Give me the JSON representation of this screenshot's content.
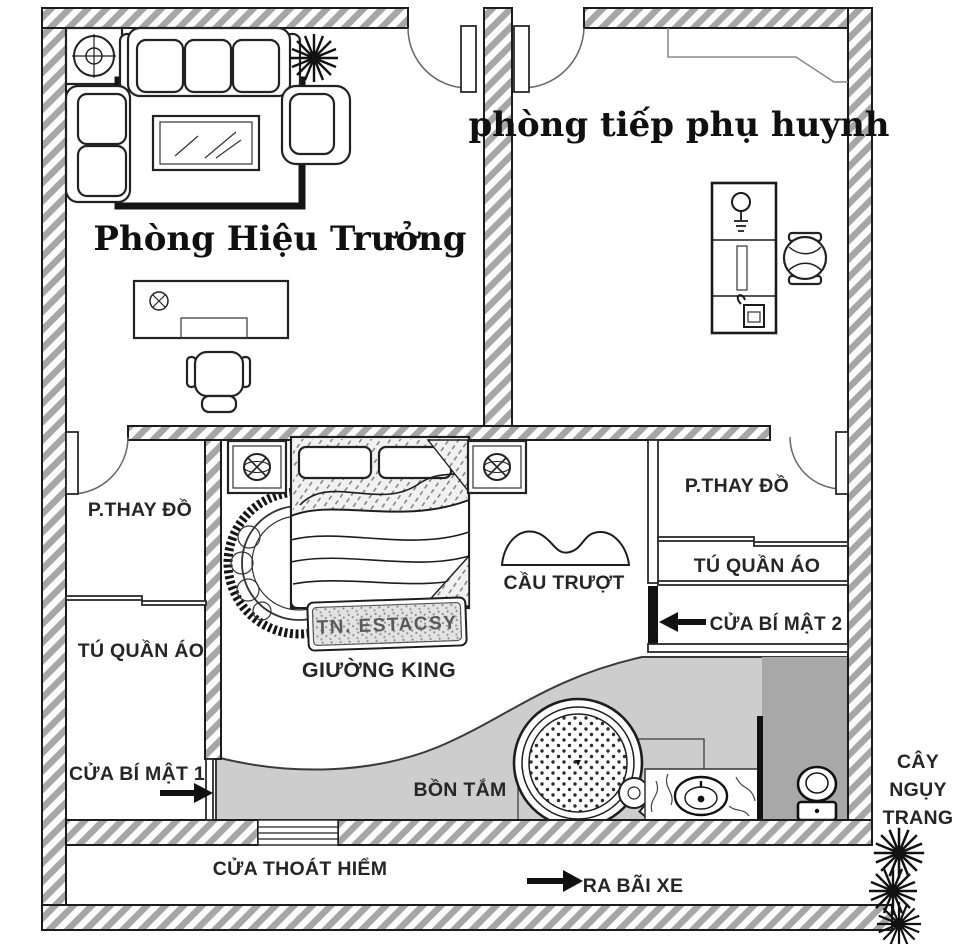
{
  "rooms": {
    "principal_office": {
      "label": "Phòng Hiệu Trưởng"
    },
    "parent_reception": {
      "label": "phòng tiếp phụ huynh"
    },
    "changing_room_left": {
      "label": "P.THAY ĐỒ"
    },
    "wardrobe_left": {
      "label": "TÚ QUẦN ÁO"
    },
    "changing_room_right": {
      "label": "P.THAY ĐỒ"
    },
    "wardrobe_right": {
      "label": "TÚ QUẦN ÁO"
    }
  },
  "features": {
    "bed": {
      "label": "GIƯỜNG KING",
      "brand_plate": "TN. ESTACSY"
    },
    "slide": {
      "label": "CẦU TRƯỢT"
    },
    "bathtub": {
      "label": "BỒN TẮM"
    },
    "secret_door_1": {
      "label": "CỬA BÍ MẬT 1"
    },
    "secret_door_2": {
      "label": "CỬA BÍ MẬT 2"
    },
    "emergency_exit": {
      "label": "CỬA THOÁT HIỂM"
    },
    "parking_exit": {
      "label": "RA BÃI XE"
    },
    "camouflage_tree": {
      "lines": [
        "CÂY",
        "NGỤY",
        "TRANG"
      ]
    }
  },
  "colors": {
    "bath_area": "#cdcdcd",
    "toilet_stall": "#a8a8a8"
  }
}
